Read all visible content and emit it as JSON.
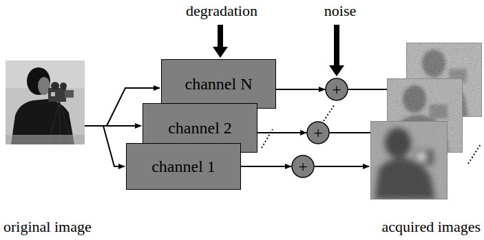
{
  "diagram": {
    "nodes": [
      {
        "text": [
          "channel N"
        ]
      },
      {
        "text": [
          "channel 2"
        ]
      },
      {
        "text": [
          "channel 1"
        ]
      },
      {
        "text": [
          "+"
        ]
      },
      {
        "text": [
          "+"
        ]
      },
      {
        "text": [
          "+"
        ]
      }
    ],
    "edges": [
      {
        "from": 0,
        "to": 3,
        "arrow": "to"
      },
      {
        "from": 1,
        "to": 4,
        "arrow": "to"
      },
      {
        "from": 2,
        "to": 5,
        "arrow": "to"
      }
    ],
    "labels": [
      "degradation",
      "noise",
      "original image",
      "acquired images"
    ]
  }
}
